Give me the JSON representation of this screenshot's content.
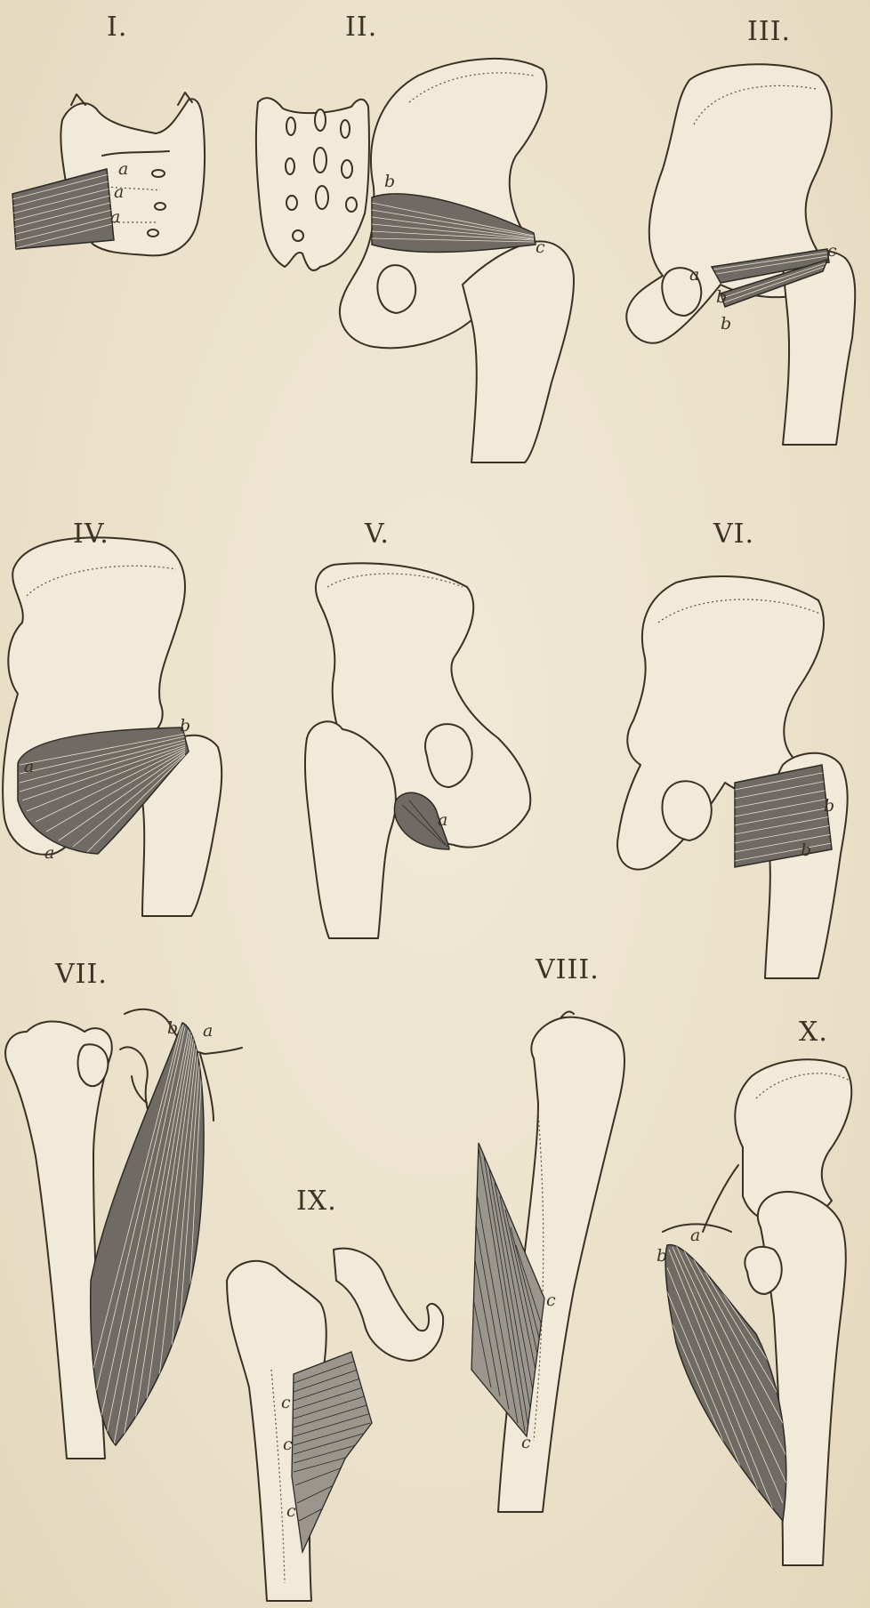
{
  "figures": [
    {
      "numeral": "I.",
      "letters": [
        "a",
        "a",
        "a"
      ]
    },
    {
      "numeral": "II.",
      "letters": [
        "b",
        "c"
      ]
    },
    {
      "numeral": "III.",
      "letters": [
        "a",
        "b",
        "b",
        "c"
      ]
    },
    {
      "numeral": "IV.",
      "letters": [
        "a",
        "a",
        "b"
      ]
    },
    {
      "numeral": "V.",
      "letters": [
        "a"
      ]
    },
    {
      "numeral": "VI.",
      "letters": [
        "b",
        "b"
      ]
    },
    {
      "numeral": "VII.",
      "letters": [
        "b",
        "a"
      ]
    },
    {
      "numeral": "VIII.",
      "letters": [
        "c",
        "c"
      ]
    },
    {
      "numeral": "IX.",
      "letters": [
        "c",
        "c",
        "c"
      ]
    },
    {
      "numeral": "X.",
      "letters": [
        "a",
        "b"
      ]
    }
  ],
  "colors": {
    "paper": "#ede4cf",
    "ink": "#3a3024",
    "muscle": "#6f6a63"
  }
}
